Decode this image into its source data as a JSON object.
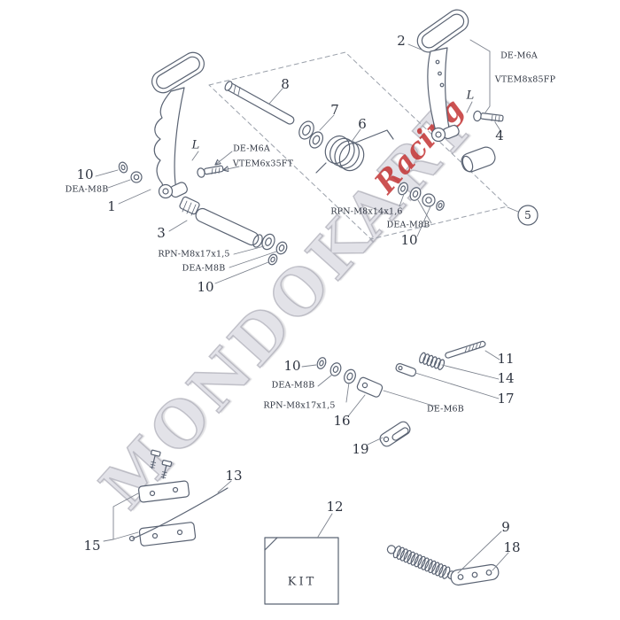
{
  "watermark": {
    "brand": "MONDOKART",
    "accent": "Racing",
    "accent_color": "#c43434"
  },
  "kit_label": "KIT",
  "parts": {
    "n1": "1",
    "n2": "2",
    "n3": "3",
    "n4": "4",
    "n5": "5",
    "n6": "6",
    "n7": "7",
    "n8": "8",
    "n9": "9",
    "n10": "10",
    "n11": "11",
    "n12": "12",
    "n13": "13",
    "n14": "14",
    "n15": "15",
    "n16": "16",
    "n17": "17",
    "n18": "18",
    "n19": "19",
    "length_marker": "L"
  },
  "codes": {
    "de_m6a": "DE-M6A",
    "de_m6b": "DE-M6B",
    "dea_m8b": "DEA-M8B",
    "vtem6x35ft": "VTEM6x35FT",
    "vtem8x85fp": "VTEM8x85FP",
    "rpn_m8x14x1_6": "RPN-M8x14x1,6",
    "rpn_m8x17x1_5": "RPN-M8x17x1,5"
  },
  "colors": {
    "line": "#5a6373",
    "label": "#2e3440"
  }
}
